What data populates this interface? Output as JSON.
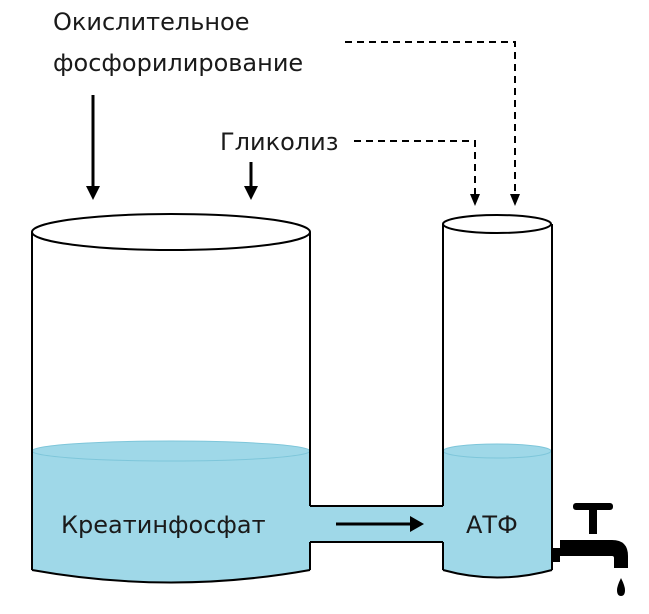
{
  "labels": {
    "oxidative_line1": "Окислительное",
    "oxidative_line2": "фосфорилирование",
    "glycolysis": "Гликолиз",
    "creatine_phosphate": "Креатинфосфат",
    "atp": "АТФ"
  },
  "colors": {
    "liquid": "#9fd8e8",
    "outline": "#000000",
    "background": "#ffffff",
    "text": "#1a1a1a"
  },
  "icons": {
    "tap": "water-tap-icon",
    "drop": "water-drop-icon"
  }
}
